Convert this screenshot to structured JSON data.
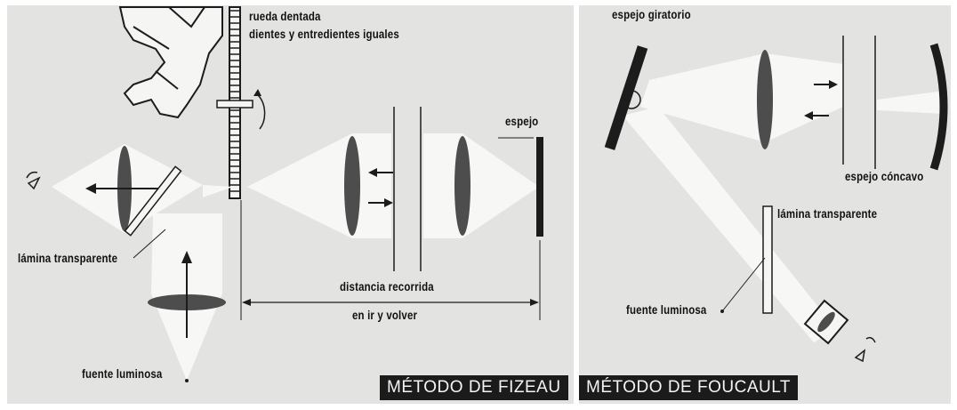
{
  "labels": {
    "rueda_1": "rueda dentada",
    "rueda_2": "dientes y entredientes iguales",
    "espejo": "espejo",
    "lamina_left": "lámina transparente",
    "distancia_1": "distancia recorrida",
    "distancia_2": "en ir y volver",
    "fuente_left": "fuente luminosa",
    "espejo_giratorio": "espejo giratorio",
    "espejo_concavo": "espejo cóncavo",
    "lamina_right": "lámina transparente",
    "fuente_right": "fuente luminosa"
  },
  "banners": {
    "fizeau": "MÉTODO DE FIZEAU",
    "foucault": "MÉTODO DE FOUCAULT"
  },
  "colors": {
    "panel": "#e3e3e1",
    "beam": "#f7f7f5",
    "ink": "#1c1c1c",
    "lens": "#4d4d4d"
  }
}
